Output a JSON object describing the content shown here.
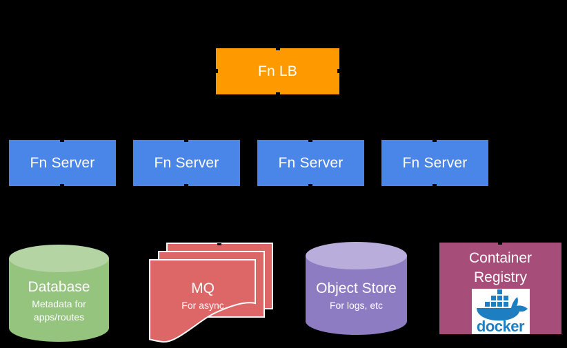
{
  "canvas": {
    "background": "#000000"
  },
  "colors": {
    "canvas_bg": "#000000",
    "text_color": "#FFFFFF",
    "lb_color": "#FF9900",
    "server_color": "#4A86E8",
    "database_body": "#94C47E",
    "database_top": "#B5D4A4",
    "mq_fill": "#DD6666",
    "mq_stroke": "#FFFFFF",
    "object_store_body": "#8E7CC3",
    "object_store_top": "#B9ADDC",
    "registry_color": "#A64D79",
    "docker_blue": "#1D7EC2",
    "docker_bg": "#FFFFFF",
    "connector_color": "#000000"
  },
  "icons": {
    "container_registry_logo": "docker-whale-icon"
  },
  "nodes": {
    "load_balancer": {
      "label": "Fn LB"
    },
    "servers": [
      {
        "label": "Fn Server"
      },
      {
        "label": "Fn Server"
      },
      {
        "label": "Fn Server"
      },
      {
        "label": "Fn Server"
      }
    ],
    "database": {
      "title": "Database",
      "subtitle_line1": "Metadata for",
      "subtitle_line2": "apps/routes"
    },
    "mq": {
      "title": "MQ",
      "subtitle": "For async"
    },
    "object_store": {
      "title": "Object Store",
      "subtitle": "For logs, etc"
    },
    "container_registry": {
      "title_line1": "Container",
      "title_line2": "Registry",
      "docker_wordmark": "docker"
    }
  }
}
